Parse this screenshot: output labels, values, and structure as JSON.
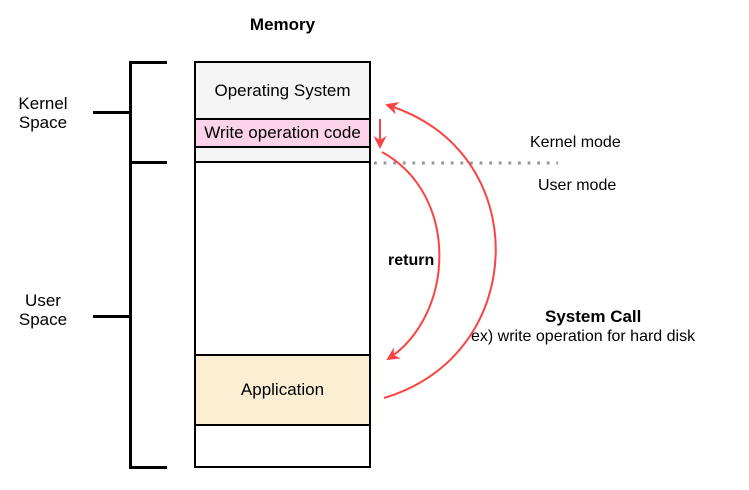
{
  "title": "Memory",
  "memory": {
    "sections": [
      {
        "label": "Operating System"
      },
      {
        "label": "Write operation code"
      },
      {
        "label": ""
      },
      {
        "label": ""
      },
      {
        "label": "Application"
      },
      {
        "label": ""
      }
    ]
  },
  "address_spaces": {
    "kernel": "Kernel Space",
    "user": "User Space"
  },
  "modes": {
    "kernel": "Kernel mode",
    "user": "User mode"
  },
  "annotations": {
    "return_label": "return",
    "system_call_title": "System Call",
    "system_call_example": "ex) write operation for hard disk"
  },
  "colors": {
    "operating_system_fill": "#f5f5f5",
    "write_operation_fill": "#fbd2e8",
    "kernel_sliver_fill": "#f5f5f5",
    "application_fill": "#fbeed3",
    "arrow_red": "#fa4343",
    "dotted_line_gray": "#969696",
    "border_black": "#000000"
  }
}
